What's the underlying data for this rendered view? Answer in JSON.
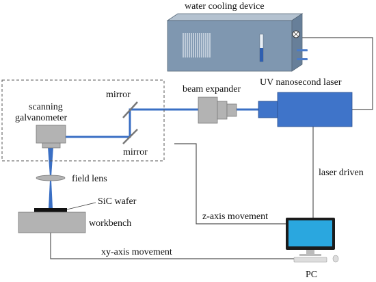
{
  "labels": {
    "water_cooling_device": "water cooling device",
    "beam_expander": "beam expander",
    "uv_laser": "UV nanosecond laser",
    "scanning_line1": "scanning",
    "scanning_line2": "galvanometer",
    "mirror_top": "mirror",
    "mirror_bottom": "mirror",
    "field_lens": "field lens",
    "sic_wafer": "SiC wafer",
    "workbench": "workbench",
    "laser_driven": "laser driven",
    "z_axis": "z-axis movement",
    "xy_axis": "xy-axis movement",
    "pc": "PC"
  },
  "colors": {
    "beam": "#3a6fc4",
    "laser_body": "#3f74c9",
    "device_gray": "#b3b3b3",
    "cooling_front": "#7f97b0",
    "cooling_top": "#b4c2d0",
    "cooling_side": "#677f99",
    "wires": "#555555",
    "wafer": "#111111"
  },
  "icons": {
    "cooling_fan": "fan-icon",
    "monitor": "monitor-icon",
    "keyboard": "keyboard-icon",
    "mouse": "mouse-icon"
  }
}
